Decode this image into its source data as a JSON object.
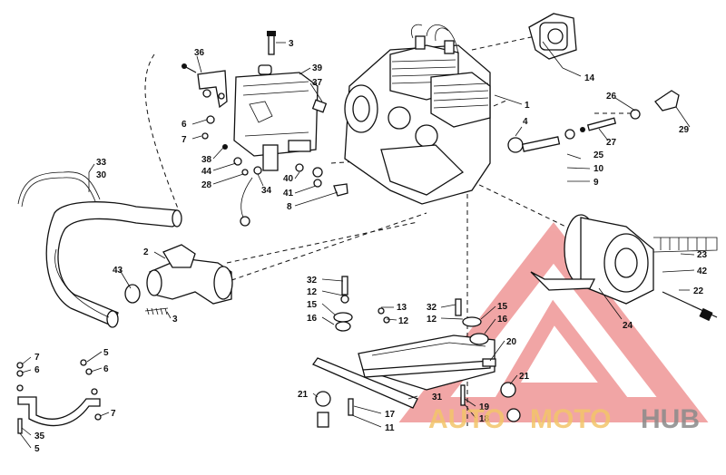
{
  "callouts": [
    {
      "id": "c3a",
      "text": "3"
    },
    {
      "id": "c36",
      "text": "36"
    },
    {
      "id": "c39",
      "text": "39"
    },
    {
      "id": "c37",
      "text": "37"
    },
    {
      "id": "c6a",
      "text": "6"
    },
    {
      "id": "c7a",
      "text": "7"
    },
    {
      "id": "c38",
      "text": "38"
    },
    {
      "id": "c44",
      "text": "44"
    },
    {
      "id": "c28",
      "text": "28"
    },
    {
      "id": "c34",
      "text": "34"
    },
    {
      "id": "c40",
      "text": "40"
    },
    {
      "id": "c41",
      "text": "41"
    },
    {
      "id": "c8",
      "text": "8"
    },
    {
      "id": "c33",
      "text": "33"
    },
    {
      "id": "c30",
      "text": "30"
    },
    {
      "id": "c2",
      "text": "2"
    },
    {
      "id": "c43",
      "text": "43"
    },
    {
      "id": "c3b",
      "text": "3"
    },
    {
      "id": "c14",
      "text": "14"
    },
    {
      "id": "c1",
      "text": "1"
    },
    {
      "id": "c4",
      "text": "4"
    },
    {
      "id": "c26",
      "text": "26"
    },
    {
      "id": "c27",
      "text": "27"
    },
    {
      "id": "c29",
      "text": "29"
    },
    {
      "id": "c25",
      "text": "25"
    },
    {
      "id": "c10",
      "text": "10"
    },
    {
      "id": "c9",
      "text": "9"
    },
    {
      "id": "c23",
      "text": "23"
    },
    {
      "id": "c42",
      "text": "42"
    },
    {
      "id": "c22",
      "text": "22"
    },
    {
      "id": "c24",
      "text": "24"
    },
    {
      "id": "c32a",
      "text": "32"
    },
    {
      "id": "c12a",
      "text": "12"
    },
    {
      "id": "c15a",
      "text": "15"
    },
    {
      "id": "c16a",
      "text": "16"
    },
    {
      "id": "c13",
      "text": "13"
    },
    {
      "id": "c12b",
      "text": "12"
    },
    {
      "id": "c32b",
      "text": "32"
    },
    {
      "id": "c12c",
      "text": "12"
    },
    {
      "id": "c15b",
      "text": "15"
    },
    {
      "id": "c16b",
      "text": "16"
    },
    {
      "id": "c20",
      "text": "20"
    },
    {
      "id": "c21a",
      "text": "21"
    },
    {
      "id": "c21b",
      "text": "21"
    },
    {
      "id": "c31",
      "text": "31"
    },
    {
      "id": "c17",
      "text": "17"
    },
    {
      "id": "c11",
      "text": "11"
    },
    {
      "id": "c19",
      "text": "19"
    },
    {
      "id": "c18",
      "text": "18"
    },
    {
      "id": "c7b",
      "text": "7"
    },
    {
      "id": "c6b",
      "text": "6"
    },
    {
      "id": "c5a",
      "text": "5"
    },
    {
      "id": "c6c",
      "text": "6"
    },
    {
      "id": "c7c",
      "text": "7"
    },
    {
      "id": "c35",
      "text": "35"
    },
    {
      "id": "c5b",
      "text": "5"
    }
  ],
  "watermark": {
    "word_auto": "AUTO",
    "word_moto": "MOTO",
    "word_hub": "HUB",
    "color_auto": "#f3c56a",
    "color_moto": "#f3c56a",
    "color_hub": "#8a8a8a",
    "triangle_color": "#e86a6a"
  }
}
